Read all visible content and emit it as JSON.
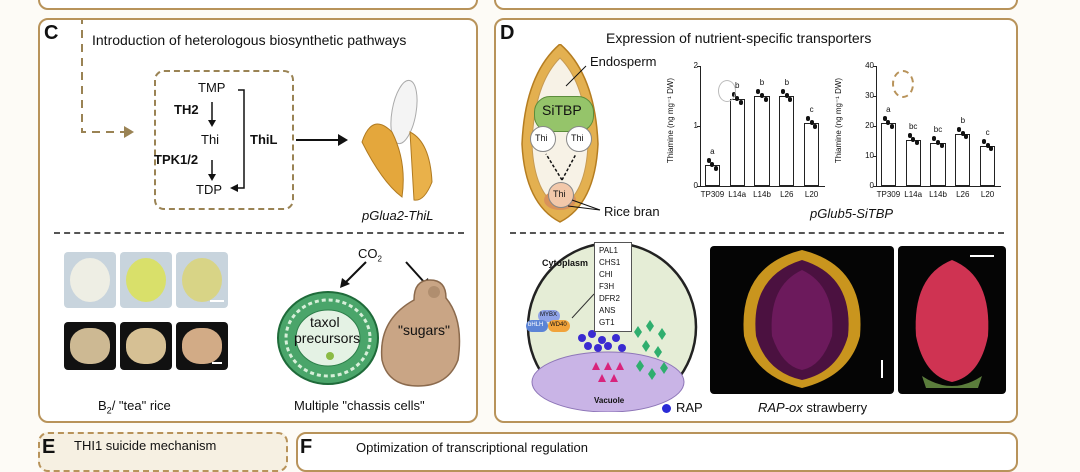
{
  "panels": {
    "c": {
      "letter": "C",
      "title": "Introduction of heterologous biosynthetic pathways",
      "pathway": {
        "tmp": "TMP",
        "th2": "TH2",
        "thi": "Thi",
        "tpk": "TPK1/2",
        "tdp": "TDP",
        "thil": "ThiL"
      },
      "construct": "pGlua2-ThiL",
      "co2_label": "CO",
      "co2_sub": "2",
      "cell_label1": "taxol",
      "cell_label2": "precursors",
      "yeast_label": "\"sugars\"",
      "rice_caption_pre": "B",
      "rice_caption_sub": "2",
      "rice_caption_post": "/ \"tea\" rice",
      "chassis_caption": "Multiple \"chassis cells\""
    },
    "d": {
      "letter": "D",
      "title": "Expression of nutrient-specific transporters",
      "endosperm": "Endosperm",
      "sitbp": "SiTBP",
      "thi": "Thi",
      "rice_bran": "Rice bran",
      "construct": "pGlub5-SiTBP",
      "cytoplasm": "Cytoplasm",
      "vacuole": "Vacuole",
      "rap_legend": "RAP",
      "genes": [
        "PAL1",
        "CHS1",
        "CHI",
        "F3H",
        "DFR2",
        "ANS",
        "GT1"
      ],
      "tf": [
        "MYBX",
        "bHLH",
        "WD40"
      ],
      "strawberry_caption_italic": "RAP-ox",
      "strawberry_caption_post": " strawberry"
    },
    "e": {
      "letter": "E",
      "title": "THI1 suicide mechanism"
    },
    "f": {
      "letter": "F",
      "title": "Optimization of transcriptional regulation"
    }
  },
  "chart_data": [
    {
      "type": "bar",
      "ylabel": "Thiamine (ng mg⁻¹ DW)",
      "categories": [
        "TP309",
        "L14a",
        "L14b",
        "L26",
        "L20"
      ],
      "values": [
        0.35,
        1.45,
        1.5,
        1.5,
        1.05
      ],
      "letters": [
        "a",
        "b",
        "b",
        "b",
        "c"
      ],
      "ylim": [
        0,
        2
      ],
      "yticks": [
        0,
        1,
        2
      ]
    },
    {
      "type": "bar",
      "ylabel": "Thiamine (ng mg⁻¹ DW)",
      "categories": [
        "TP309",
        "L14a",
        "L14b",
        "L26",
        "L20"
      ],
      "values": [
        21,
        15.5,
        14.5,
        17.5,
        13.5
      ],
      "letters": [
        "a",
        "bc",
        "bc",
        "b",
        "c"
      ],
      "ylim": [
        0,
        40
      ],
      "yticks": [
        0,
        10,
        20,
        30,
        40
      ]
    }
  ]
}
